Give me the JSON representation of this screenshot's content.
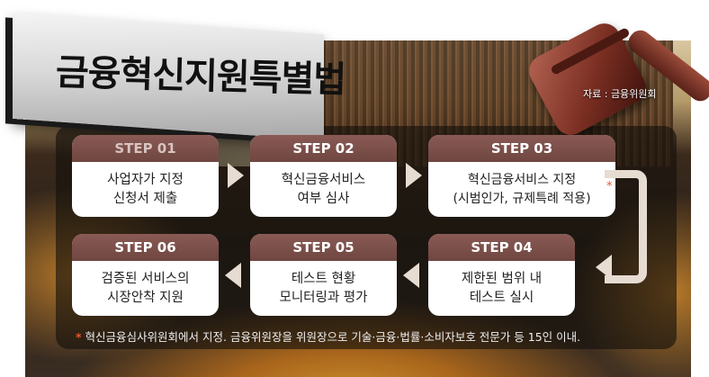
{
  "title": "금융혁신지원특별법",
  "source": "자료 : 금융위원회",
  "steps": [
    {
      "label": "STEP 01",
      "line1": "사업자가 지정",
      "line2": "신청서 제출"
    },
    {
      "label": "STEP 02",
      "line1": "혁신금융서비스",
      "line2": "여부 심사"
    },
    {
      "label": "STEP 03",
      "line1": "혁신금융서비스 지정",
      "line2": "(시범인가, 규제특례 적용)",
      "marker": "*"
    },
    {
      "label": "STEP 04",
      "line1": "제한된 범위 내",
      "line2": "테스트 실시"
    },
    {
      "label": "STEP 05",
      "line1": "테스트 현황",
      "line2": "모니터링과 평가"
    },
    {
      "label": "STEP 06",
      "line1": "검증된 서비스의",
      "line2": "시장안착 지원"
    }
  ],
  "footnote": {
    "marker": "*",
    "text": "혁신금융심사위원회에서 지정. 금융위원장을 위원장으로 기술·금융·법률·소비자보호 전문가 등 15인 이내."
  },
  "colors": {
    "step_header": "#7a4e49",
    "arrow": "#e6dcd2",
    "footnote_marker": "#e8572b"
  }
}
